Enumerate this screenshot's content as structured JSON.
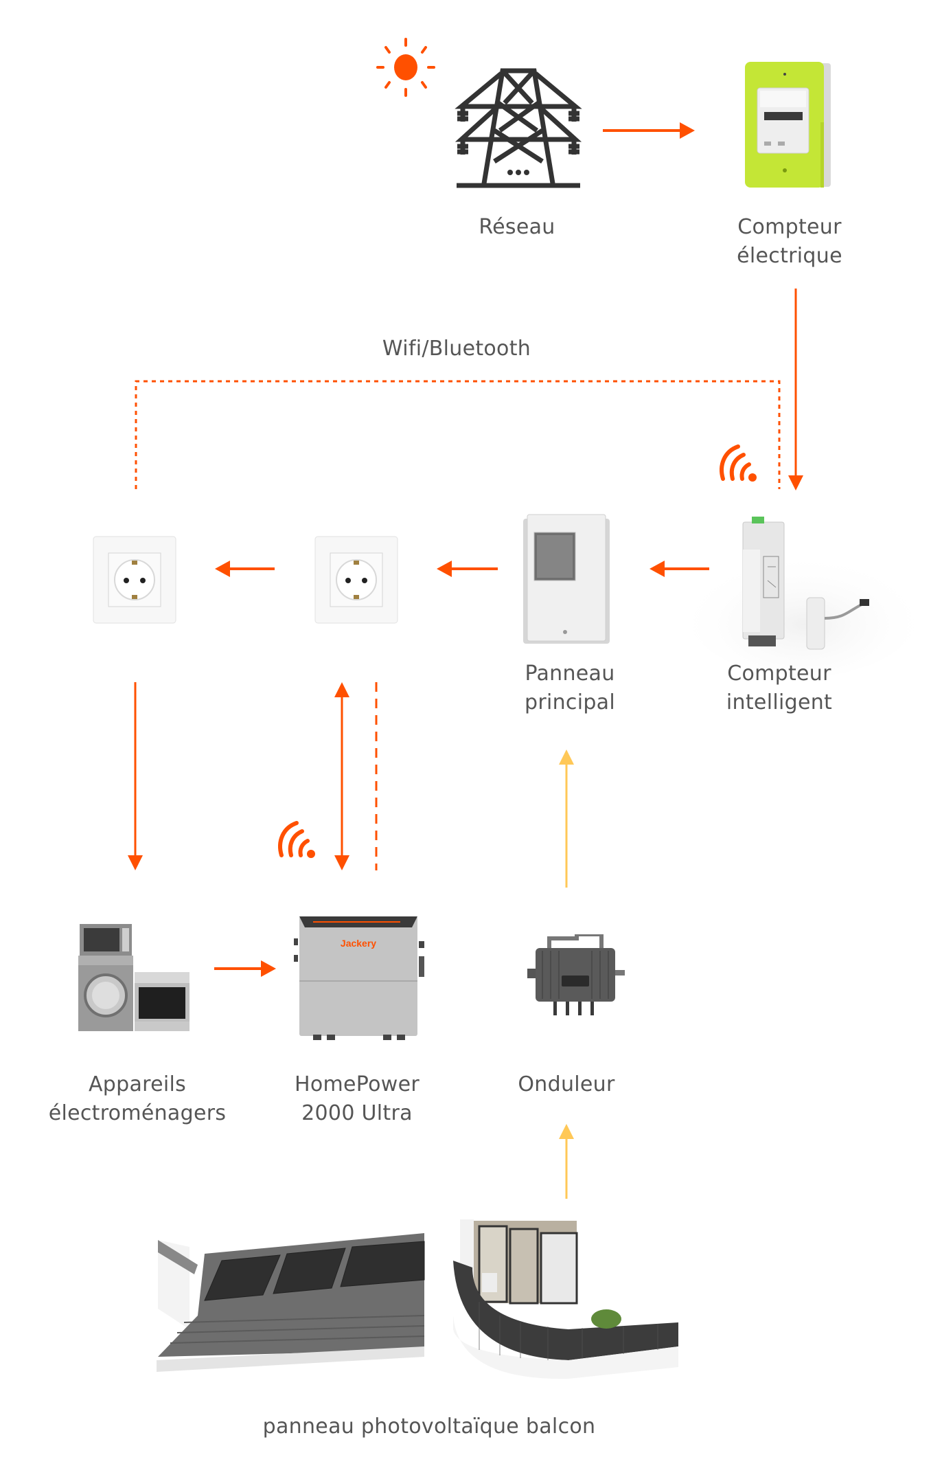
{
  "colors": {
    "accent": "#FF5000",
    "solar": "#FFC857",
    "text": "#555555",
    "meter_green": "#C4E636"
  },
  "nodes": {
    "grid": {
      "label_lines": [
        "Réseau"
      ],
      "icon": "power-tower-icon"
    },
    "electric_meter": {
      "label_lines": [
        "Compteur",
        "électrique"
      ],
      "icon": "electric-meter-image"
    },
    "smart_meter": {
      "label_lines": [
        "Compteur",
        "intelligent"
      ],
      "icon": "smart-meter-image"
    },
    "main_panel": {
      "label_lines": [
        "Panneau",
        "principal"
      ],
      "icon": "distribution-panel-image"
    },
    "socket_1": {
      "label_lines": [],
      "icon": "wall-socket-image"
    },
    "socket_2": {
      "label_lines": [],
      "icon": "wall-socket-image"
    },
    "appliances": {
      "label_lines": [
        "Appareils",
        "électroménagers"
      ],
      "icon": "appliances-image"
    },
    "homepower": {
      "label_lines": [
        "HomePower",
        "2000 Ultra"
      ],
      "icon": "battery-unit-image",
      "brand": "Jackery"
    },
    "inverter": {
      "label_lines": [
        "Onduleur"
      ],
      "icon": "micro-inverter-image"
    },
    "solar_panels": {
      "label_lines": [
        "panneau photovoltaïque balcon"
      ],
      "icon": "solar-roof-balcony-image"
    }
  },
  "connections": {
    "wireless_label": "Wifi/Bluetooth",
    "edges": [
      {
        "from": "grid",
        "to": "electric_meter",
        "style": "solid",
        "color": "accent"
      },
      {
        "from": "electric_meter",
        "to": "smart_meter",
        "style": "solid",
        "color": "accent"
      },
      {
        "from": "smart_meter",
        "to": "main_panel",
        "style": "solid",
        "color": "accent"
      },
      {
        "from": "main_panel",
        "to": "socket_2",
        "style": "solid",
        "color": "accent"
      },
      {
        "from": "socket_2",
        "to": "socket_1",
        "style": "solid",
        "color": "accent"
      },
      {
        "from": "socket_1",
        "to": "appliances",
        "style": "solid",
        "color": "accent"
      },
      {
        "from": "socket_2",
        "to": "homepower",
        "style": "solid-bidirectional",
        "color": "accent"
      },
      {
        "from": "appliances",
        "to": "homepower",
        "style": "solid",
        "color": "accent"
      },
      {
        "from": "inverter",
        "to": "main_panel",
        "style": "solid",
        "color": "solar"
      },
      {
        "from": "solar_panels",
        "to": "inverter",
        "style": "solid",
        "color": "solar"
      },
      {
        "from": "smart_meter",
        "to": "socket_1",
        "style": "dotted-wireless",
        "color": "accent"
      },
      {
        "from": "homepower",
        "to": "socket_2",
        "style": "dashed-wireless",
        "color": "accent"
      }
    ]
  }
}
